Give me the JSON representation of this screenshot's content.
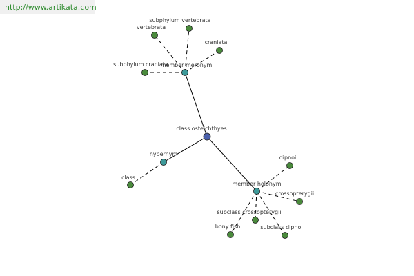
{
  "watermark": "http://www.artikata.com",
  "colors": {
    "center_node": "#4a5faa",
    "relation_node": "#3d9a9a",
    "leaf_node": "#4a8a3c",
    "edge": "#000000"
  },
  "nodes": [
    {
      "id": "center",
      "label": "class osteichthyes",
      "kind": "center"
    },
    {
      "id": "mero",
      "label": "member meronym",
      "kind": "relation"
    },
    {
      "id": "hyper",
      "label": "hypernym",
      "kind": "relation"
    },
    {
      "id": "holo",
      "label": "member holonym",
      "kind": "relation"
    },
    {
      "id": "vertebrata",
      "label": "vertebrata",
      "kind": "leaf"
    },
    {
      "id": "subvert",
      "label": "subphylum vertebrata",
      "kind": "leaf"
    },
    {
      "id": "craniata",
      "label": "craniata",
      "kind": "leaf"
    },
    {
      "id": "subcran",
      "label": "subphylum craniata",
      "kind": "leaf"
    },
    {
      "id": "class",
      "label": "class",
      "kind": "leaf"
    },
    {
      "id": "dipnoi",
      "label": "dipnoi",
      "kind": "leaf"
    },
    {
      "id": "crosso",
      "label": "crossopterygii",
      "kind": "leaf"
    },
    {
      "id": "subcrosso",
      "label": "subclass crossopterygii",
      "kind": "leaf"
    },
    {
      "id": "bonyfish",
      "label": "bony fish",
      "kind": "leaf"
    },
    {
      "id": "subdipnoi",
      "label": "subclass dipnoi",
      "kind": "leaf"
    }
  ],
  "edges": [
    {
      "from": "center",
      "to": "mero",
      "style": "solid"
    },
    {
      "from": "center",
      "to": "hyper",
      "style": "solid"
    },
    {
      "from": "center",
      "to": "holo",
      "style": "solid"
    },
    {
      "from": "mero",
      "to": "vertebrata",
      "style": "dashed"
    },
    {
      "from": "mero",
      "to": "subvert",
      "style": "dashed"
    },
    {
      "from": "mero",
      "to": "craniata",
      "style": "dashed"
    },
    {
      "from": "mero",
      "to": "subcran",
      "style": "dashed"
    },
    {
      "from": "hyper",
      "to": "class",
      "style": "dashed"
    },
    {
      "from": "holo",
      "to": "dipnoi",
      "style": "dashed"
    },
    {
      "from": "holo",
      "to": "crosso",
      "style": "dashed"
    },
    {
      "from": "holo",
      "to": "subcrosso",
      "style": "dashed"
    },
    {
      "from": "holo",
      "to": "bonyfish",
      "style": "dashed"
    },
    {
      "from": "holo",
      "to": "subdipnoi",
      "style": "dashed"
    }
  ]
}
